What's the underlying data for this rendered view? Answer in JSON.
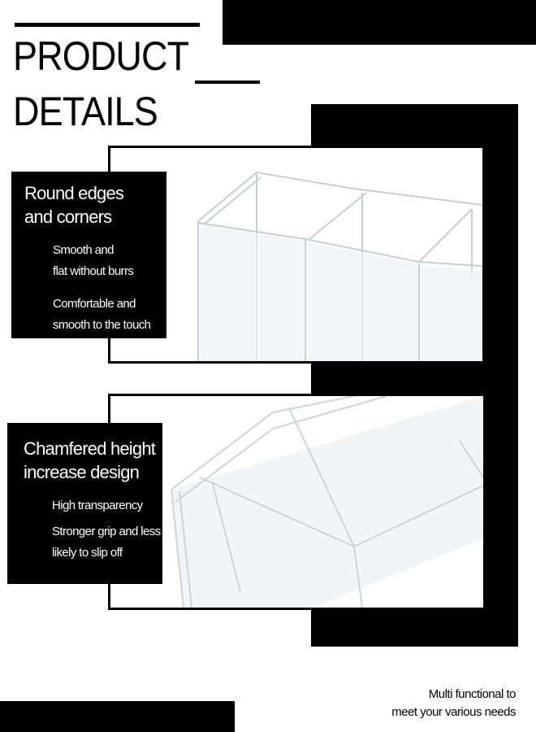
{
  "header": {
    "title_line1": "PRODUCT",
    "title_line2": "DETAILS"
  },
  "features": [
    {
      "heading_line1": "Round edges",
      "heading_line2": "and corners",
      "points": [
        "Smooth and",
        "flat without burrs",
        "Comfortable and",
        "smooth to the touch"
      ]
    },
    {
      "heading_line1": "Chamfered height",
      "heading_line2": "increase design",
      "points": [
        "High transparency",
        "Stronger grip and less",
        "likely to slip off"
      ]
    }
  ],
  "footer": {
    "line1": "Multi functional to",
    "line2": "meet your various needs"
  }
}
